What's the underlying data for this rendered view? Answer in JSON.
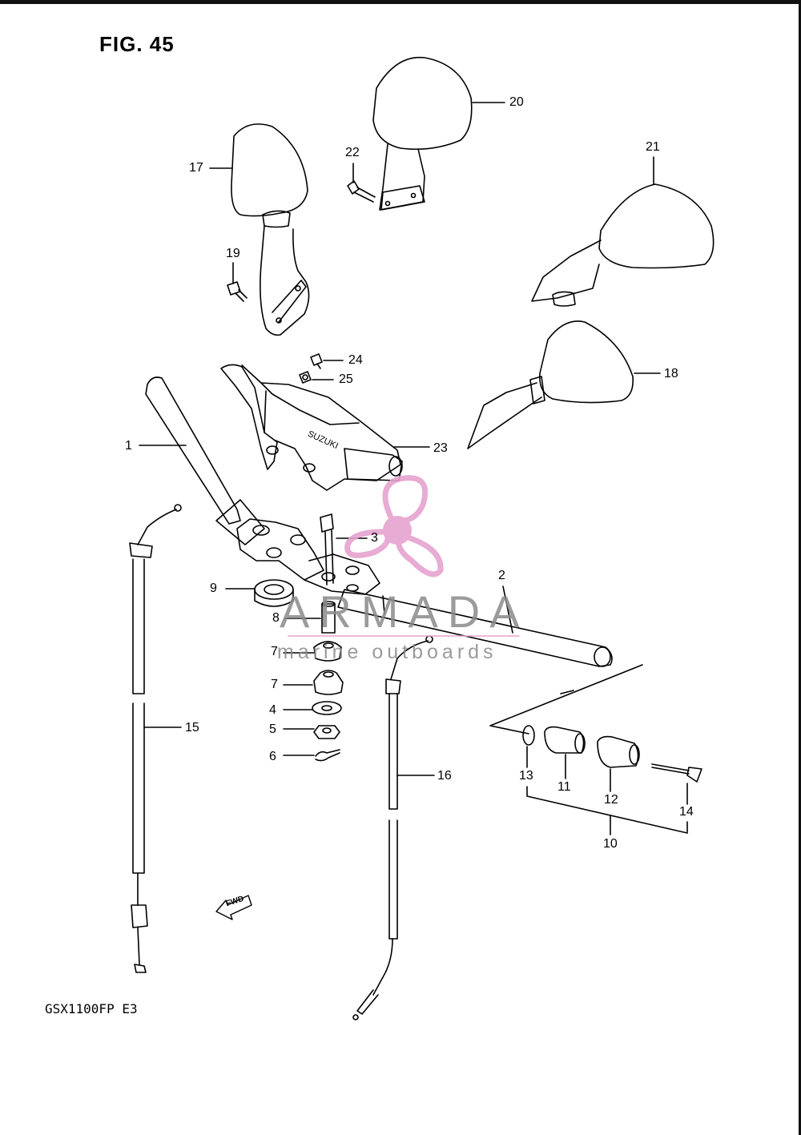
{
  "figure": {
    "title": "FIG. 45",
    "model_code": "GSX1100FP  E3"
  },
  "callouts": [
    {
      "id": "17",
      "label": "17"
    },
    {
      "id": "19",
      "label": "19"
    },
    {
      "id": "20",
      "label": "20"
    },
    {
      "id": "22",
      "label": "22"
    },
    {
      "id": "21",
      "label": "21"
    },
    {
      "id": "24",
      "label": "24"
    },
    {
      "id": "25",
      "label": "25"
    },
    {
      "id": "18",
      "label": "18"
    },
    {
      "id": "1",
      "label": "1"
    },
    {
      "id": "23",
      "label": "23"
    },
    {
      "id": "3",
      "label": "3"
    },
    {
      "id": "2",
      "label": "2"
    },
    {
      "id": "9",
      "label": "9"
    },
    {
      "id": "8",
      "label": "8"
    },
    {
      "id": "7a",
      "label": "7"
    },
    {
      "id": "7b",
      "label": "7"
    },
    {
      "id": "4",
      "label": "4"
    },
    {
      "id": "5",
      "label": "5"
    },
    {
      "id": "6",
      "label": "6"
    },
    {
      "id": "15",
      "label": "15"
    },
    {
      "id": "16",
      "label": "16"
    },
    {
      "id": "13",
      "label": "13"
    },
    {
      "id": "11",
      "label": "11"
    },
    {
      "id": "12",
      "label": "12"
    },
    {
      "id": "14",
      "label": "14"
    },
    {
      "id": "10",
      "label": "10"
    }
  ],
  "fwd_marker": "FWD",
  "handlebar_marking": "SUZUKI",
  "watermark": {
    "brand": "ARMADA",
    "tagline": "marine outboards",
    "color": "#e6a2cf"
  }
}
